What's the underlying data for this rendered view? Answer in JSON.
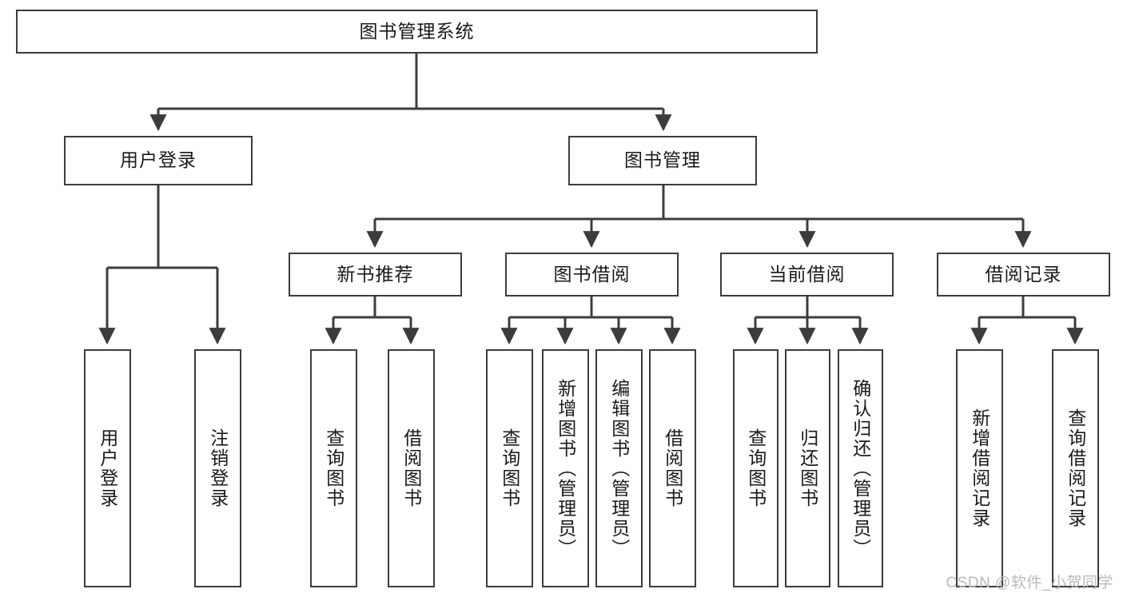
{
  "diagram": {
    "kind": "tree-hierarchy-diagram",
    "title_node": {
      "label": "图书管理系统"
    },
    "level2": [
      {
        "label": "用户登录"
      },
      {
        "label": "图书管理"
      }
    ],
    "level3": [
      {
        "label": "新书推荐"
      },
      {
        "label": "图书借阅"
      },
      {
        "label": "当前借阅"
      },
      {
        "label": "借阅记录"
      }
    ],
    "leaves": {
      "user_login": [
        {
          "label": "用户登录"
        },
        {
          "label": "注销登录"
        }
      ],
      "new_book_recommend": [
        {
          "label": "查询图书"
        },
        {
          "label": "借阅图书"
        }
      ],
      "book_borrow": [
        {
          "label": "查询图书"
        },
        {
          "label": "新增图书（管理员）"
        },
        {
          "label": "编辑图书（管理员）"
        },
        {
          "label": "借阅图书"
        }
      ],
      "current_borrow": [
        {
          "label": "查询图书"
        },
        {
          "label": "归还图书"
        },
        {
          "label": "确认归还（管理员）"
        }
      ],
      "borrow_record": [
        {
          "label": "新增借阅记录"
        },
        {
          "label": "查询借阅记录"
        }
      ]
    },
    "watermark": {
      "text": "CSDN @软件_小贺同学"
    },
    "colors": {
      "border": "#3c3c3c",
      "text": "#1a1a1a",
      "background": "#ffffff",
      "connector": "#3c3c3c",
      "watermark": "#b9b9b9"
    }
  }
}
